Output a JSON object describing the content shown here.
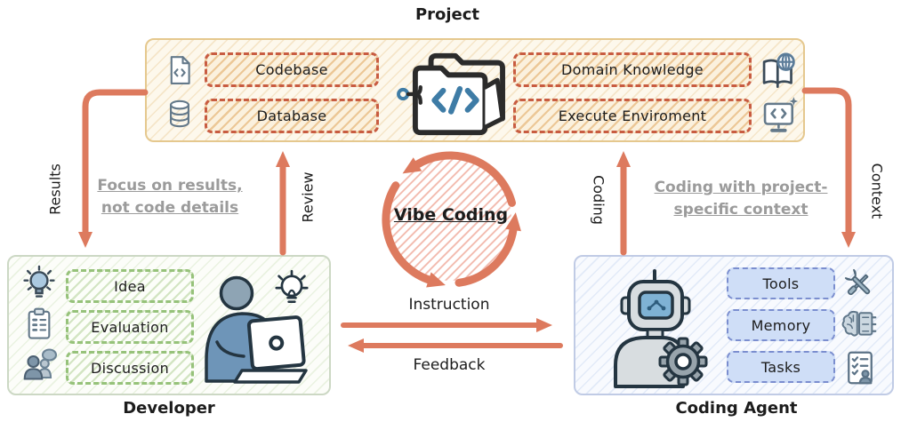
{
  "colors": {
    "arrow": "#dd7a5e",
    "cycle_hatch": "#f2b7aa",
    "project_border": "#e5c88e",
    "project_chip_border": "#c85c41",
    "developer_chip_border": "#96c27a",
    "agent_chip_border": "#7b8ecf",
    "agent_chip_fill": "#cfdef7",
    "note_text": "#9b9b9b",
    "icon_ink": "#243541",
    "icon_blue": "#3e7ca6"
  },
  "project": {
    "title": "Project",
    "left_items": [
      "Codebase",
      "Database"
    ],
    "right_items": [
      "Domain Knowledge",
      "Execute Enviroment"
    ],
    "left_icons": [
      "code-file-icon",
      "database-icon"
    ],
    "center_icon": "folder-code-icon",
    "right_icons": [
      "book-globe-icon",
      "monitor-code-icon"
    ]
  },
  "developer": {
    "title": "Developer",
    "items": [
      "Idea",
      "Evaluation",
      "Discussion"
    ],
    "icons": [
      "lightbulb-icon",
      "clipboard-checklist-icon",
      "discussion-people-icon"
    ],
    "illustration": "developer-at-laptop-illustration"
  },
  "coding_agent": {
    "title": "Coding Agent",
    "items": [
      "Tools",
      "Memory",
      "Tasks"
    ],
    "icons": [
      "crossed-tools-icon",
      "brain-chip-icon",
      "task-list-person-icon"
    ],
    "illustration": "robot-with-gear-illustration"
  },
  "cycle": {
    "label": "Vibe Coding"
  },
  "flows": {
    "results": "Results",
    "review": "Review",
    "coding": "Coding",
    "context": "Context",
    "instruction": "Instruction",
    "feedback": "Feedback"
  },
  "notes": {
    "left_line1": "Focus on results,",
    "left_line2": "not code details",
    "right_line1": "Coding with project-",
    "right_line2": "specific context"
  }
}
